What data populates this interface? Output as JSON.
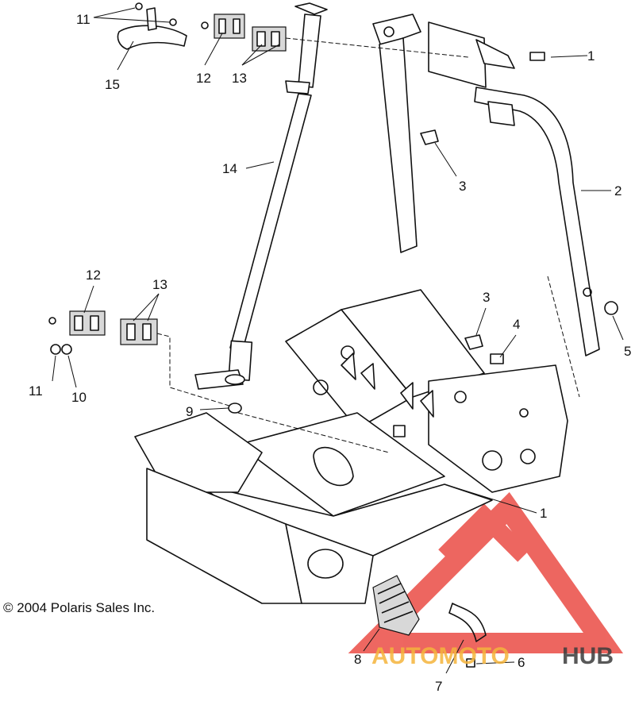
{
  "copyright": "© 2004 Polaris Sales Inc.",
  "watermark": {
    "part1": "AUTOMOTO",
    "part2": "HUB",
    "color_logo": "#e8342c",
    "color_text1": "#f5b43c",
    "color_text2": "#3c3c3c"
  },
  "callouts": {
    "c1_top": "1",
    "c1_bottom": "1",
    "c2": "2",
    "c3_top": "3",
    "c3_bottom": "3",
    "c4": "4",
    "c5": "5",
    "c6": "6",
    "c7": "7",
    "c8": "8",
    "c9": "9",
    "c10": "10",
    "c11_top": "11",
    "c11_bottom": "11",
    "c12_top": "12",
    "c12_bottom": "12",
    "c13_top": "13",
    "c13_bottom": "13",
    "c14": "14",
    "c15": "15"
  }
}
